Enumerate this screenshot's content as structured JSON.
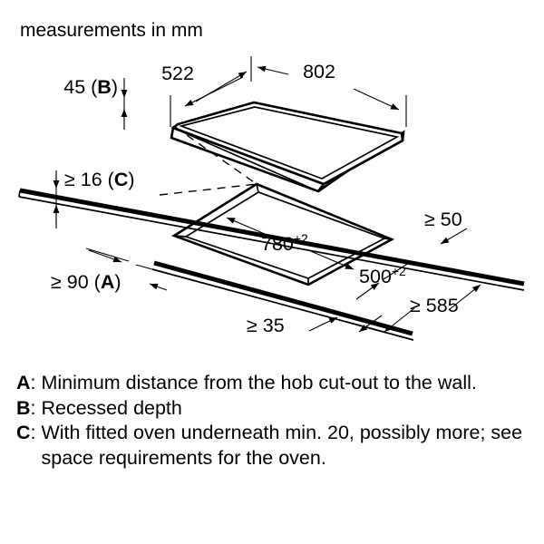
{
  "title_note": "measurements in mm",
  "dimensions": {
    "hob_depth": "522",
    "hob_width": "802",
    "recessed_depth": "45 (B)",
    "worktop_thickness": "≥ 16 (C)",
    "wall_distance_left": "≥ 90 (A)",
    "cutout_width_base": "780",
    "cutout_width_tol": "+2",
    "cutout_depth_base": "500",
    "cutout_depth_tol": "+2",
    "rear_clearance": "≥ 50",
    "front_clearance": "≥ 35",
    "worktop_depth": "≥ 585"
  },
  "legend": [
    {
      "key": "A",
      "sep": ": ",
      "text": "Minimum distance from the hob cut-out to the wall."
    },
    {
      "key": "B",
      "sep": ": ",
      "text": "Recessed depth"
    },
    {
      "key": "C",
      "sep": ": ",
      "text": "With fitted oven underneath min. 20, possibly more; see space requirements for the oven."
    }
  ],
  "colors": {
    "ink": "#000000",
    "paper": "#ffffff"
  }
}
